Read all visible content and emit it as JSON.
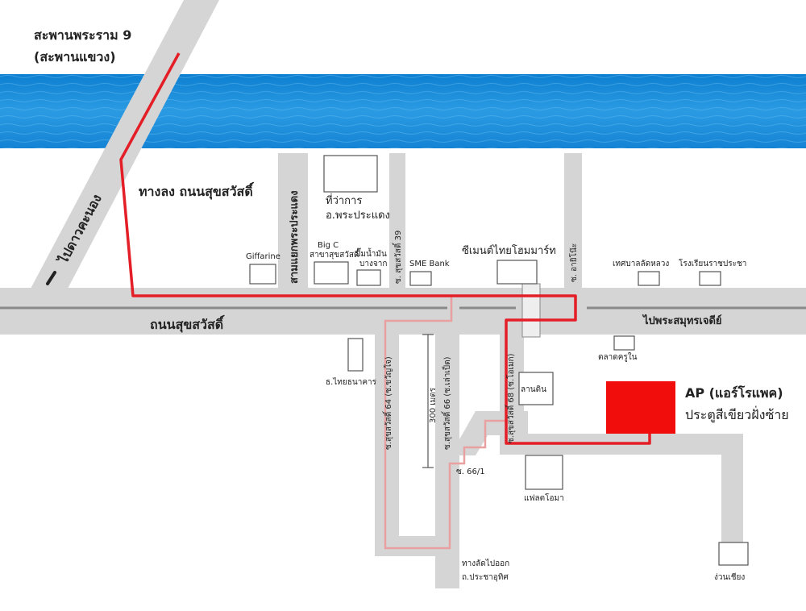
{
  "colors": {
    "river": "#1e90d8",
    "road": "#d5d5d5",
    "road_line": "#8a8a8a",
    "route": "#e41e26",
    "route_light": "#e8a0a0",
    "destination": "#f20d0d"
  },
  "labels": {
    "bridge_line1": "สะพานพระราม 9",
    "bridge_line2": "(สะพานแขวง)",
    "to_dao_khanong": "ไปดาวคะนอง",
    "exit_suksawat": "ทางลง ถนนสุขสวัสดิ์",
    "district_office_line1": "ที่ว่าการ",
    "district_office_line2": "อ.พระประแดง",
    "giffarine": "Giffarine",
    "phra_pradaeng_junction": "สามแยกพระประแดง",
    "bigc_line1": "Big C",
    "bigc_line2": "สาขาสุขสวัสดิ์",
    "gas_line1": "ปั๊มน้ำมัน",
    "gas_line2": "บางจาก",
    "soi39": "ซ. สุขสวัสดิ์ 39",
    "sme_bank": "SME Bank",
    "cement_home_mart": "ซีเมนต์ไทยโฮมมาร์ท",
    "soi_aiyara": "ซ. อายิโน๊ะ",
    "municipality": "เทศบาลลัดหลวง",
    "school": "โรงเรียนราชประชา",
    "suksawat_road": "ถนนสุขสวัสดิ์",
    "to_phra_samut_chedi": "ไปพระสมุทรเจดีย์",
    "thai_bank": "ธ.ไทยธนาคาร",
    "soi64": "ซ.สุขสวัสดิ์ 64 (ซ.ขวัญใจ)",
    "distance": "300 เมตร",
    "soi66": "ซ.สุขสวัสดิ์ 66 (ซ.เล่าเป็ด)",
    "soi68": "ซ.สุขสวัสดิ์ 68 (ซ.โอเมก)",
    "lan_din": "ลานดิน",
    "talat_khru_nai": "ตลาดครูใน",
    "soi66_1": "ซ. 66/1",
    "omega_flat": "แฟลตโอมา",
    "shortcut_line1": "ทางลัดไปออก",
    "shortcut_line2": "ถ.ประชาอุทิศ",
    "ngoun_chiang": "ง่วนเชียง",
    "ap_line1": "AP (แอร์โรแพค)",
    "ap_line2": "ประตูสีเขียวฝั่งซ้าย"
  }
}
